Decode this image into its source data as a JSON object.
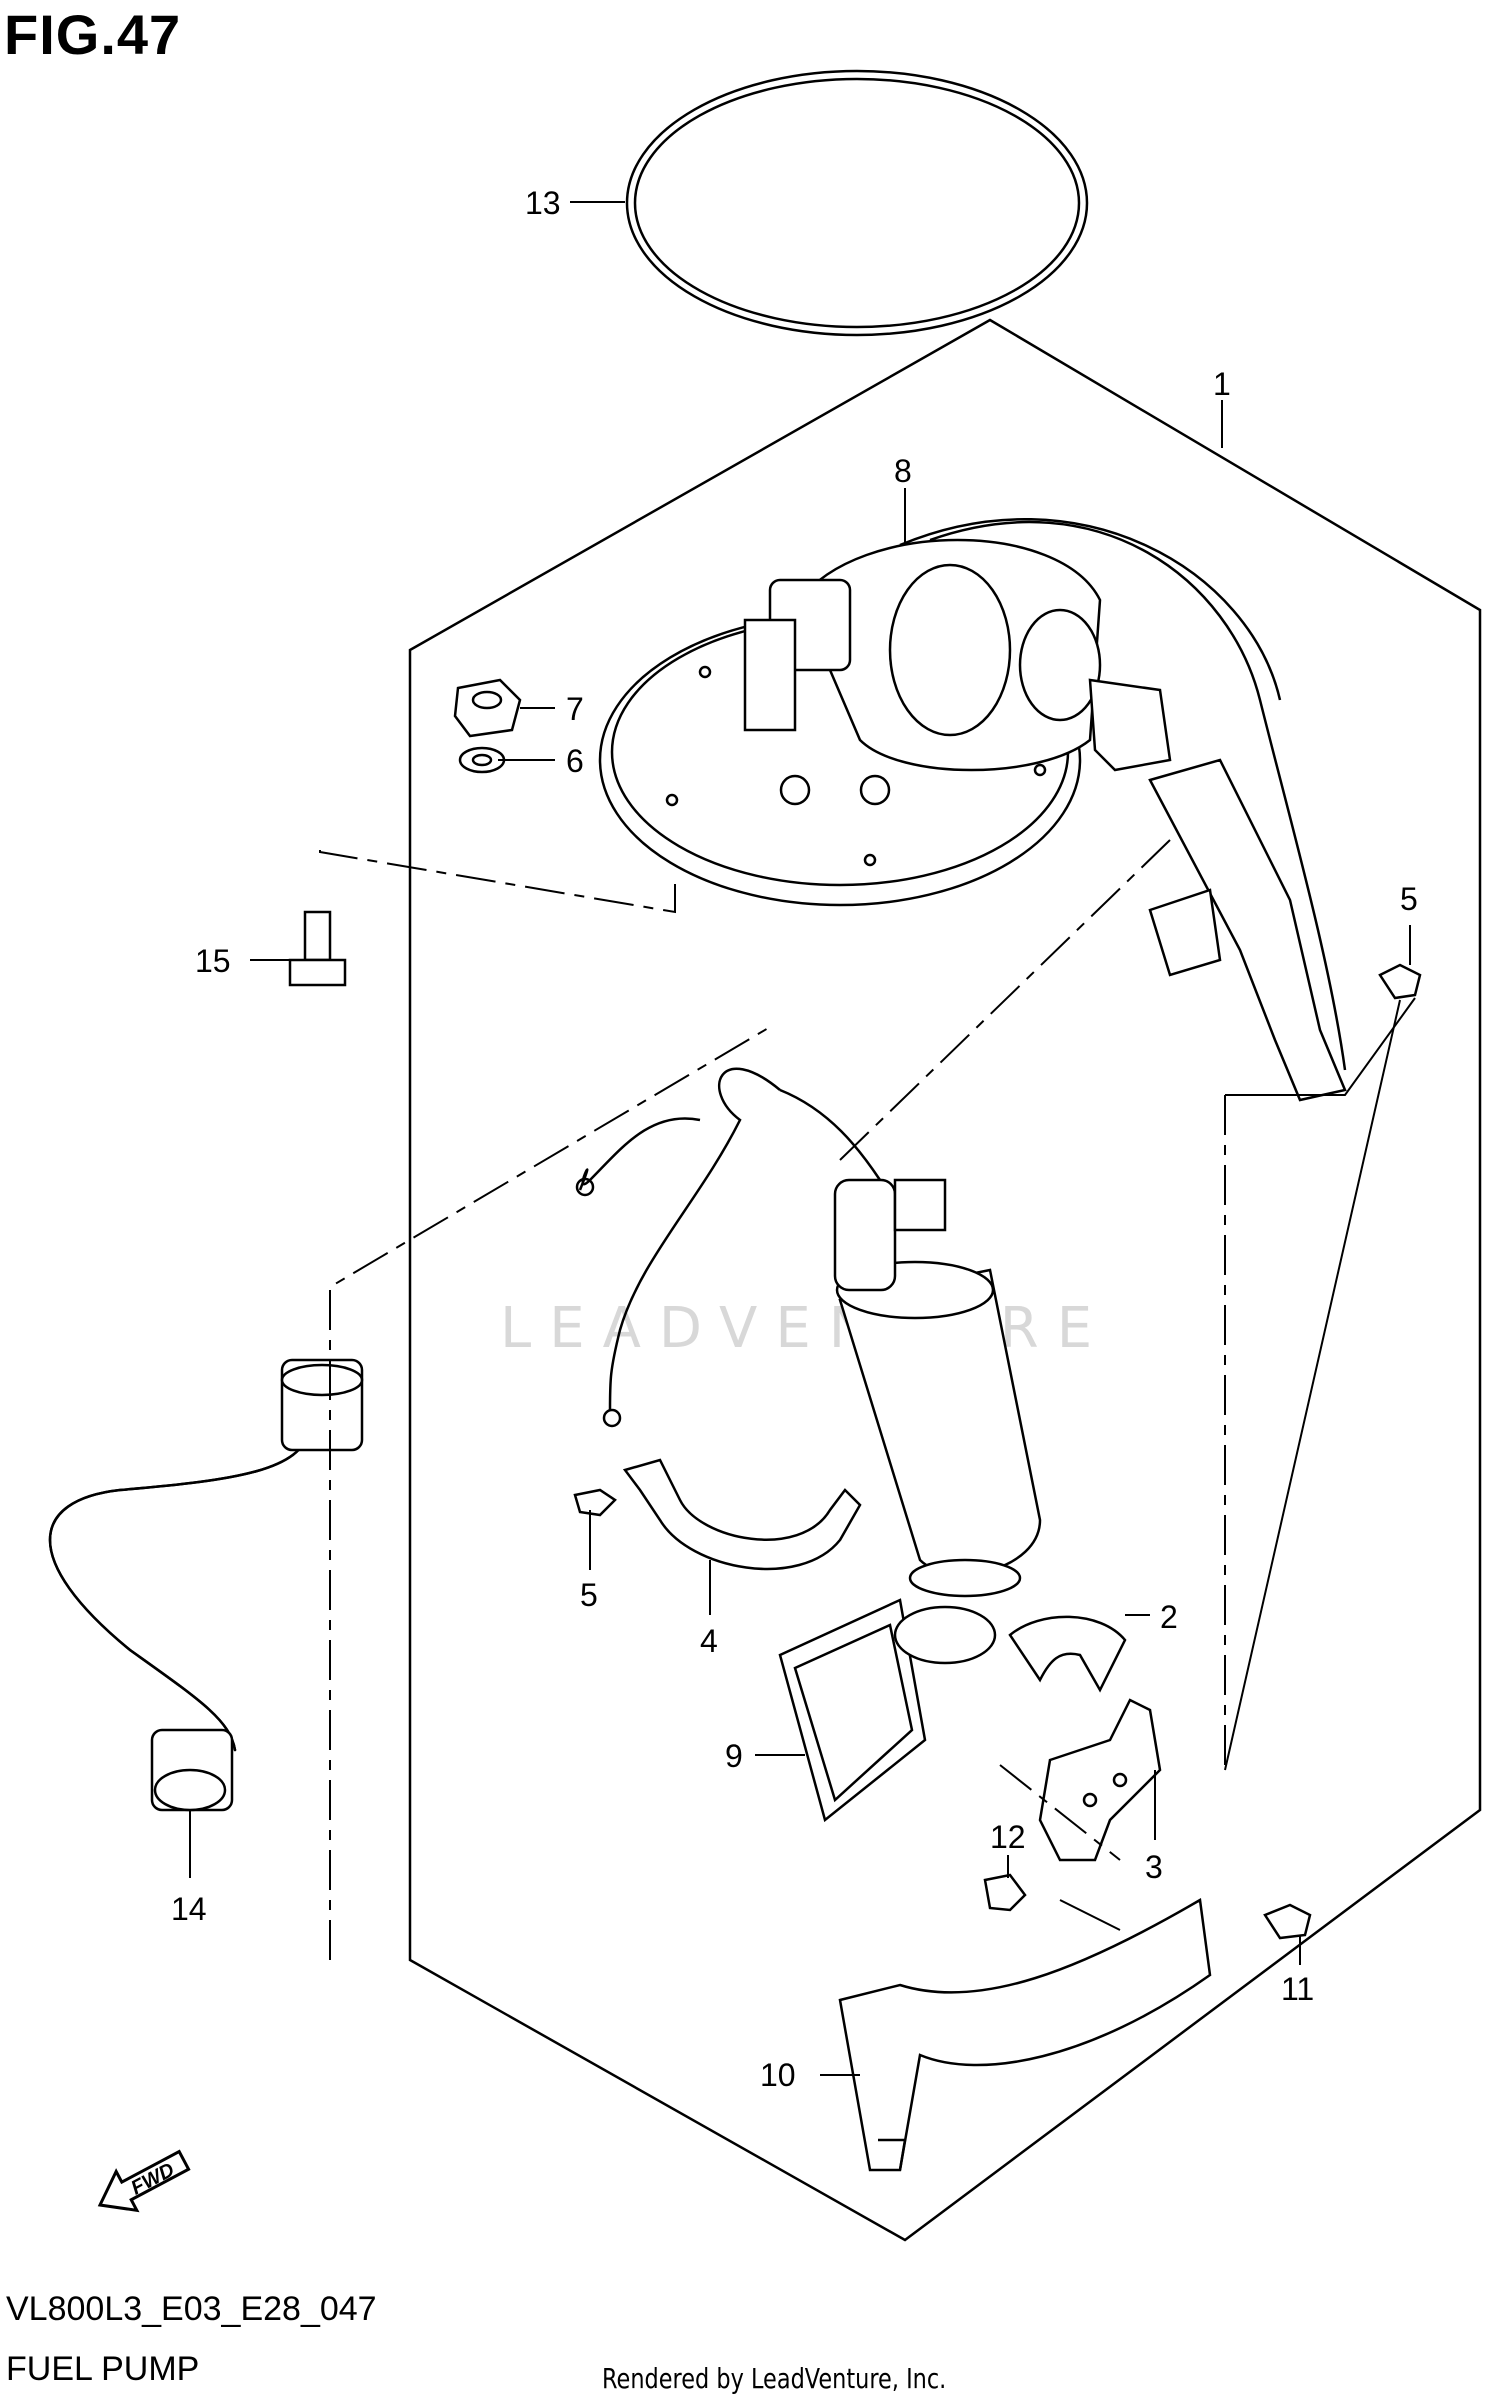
{
  "figure": {
    "title": "FIG.47"
  },
  "callouts": [
    "13",
    "1",
    "8",
    "7",
    "6",
    "15",
    "5",
    "5",
    "2",
    "4",
    "9",
    "12",
    "3",
    "14",
    "11",
    "10"
  ],
  "footer": {
    "code": "VL800L3_E03_E28_047",
    "name": "FUEL PUMP",
    "credit": "Rendered by LeadVenture, Inc."
  },
  "watermark": {
    "text": "LEADVENTURE"
  },
  "fwd": {
    "label": "FWD"
  }
}
